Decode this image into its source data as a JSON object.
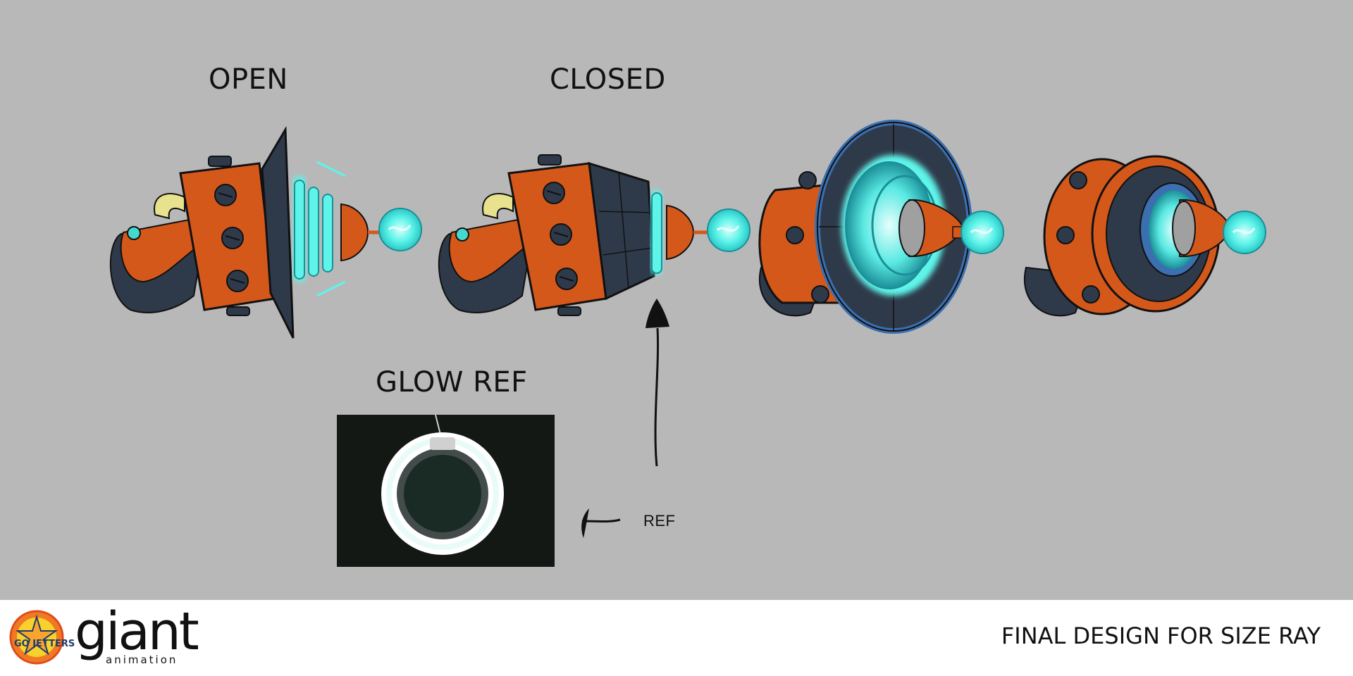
{
  "labels": {
    "open": "OPEN",
    "closed": "CLOSED",
    "glow_ref": "GLOW REF",
    "ref": "REF"
  },
  "footer": {
    "title": "FINAL DESIGN FOR SIZE RAY",
    "brand_giant": "giant",
    "brand_animation": "animation",
    "logo_go_jetters": "GO JETTERS"
  },
  "colors": {
    "background": "#b8b8b8",
    "body_orange": "#d5581b",
    "dark_slate": "#2e3a4a",
    "glow_cyan": "#5ff4ea",
    "rim_blue": "#3b6fb0",
    "coil_yellow": "#e8e28f"
  },
  "icons": [
    "size-ray-open",
    "size-ray-closed",
    "size-ray-front-open",
    "size-ray-front-closed",
    "glow-ring-photo",
    "black-arrow-mark",
    "go-jetters-logo"
  ]
}
